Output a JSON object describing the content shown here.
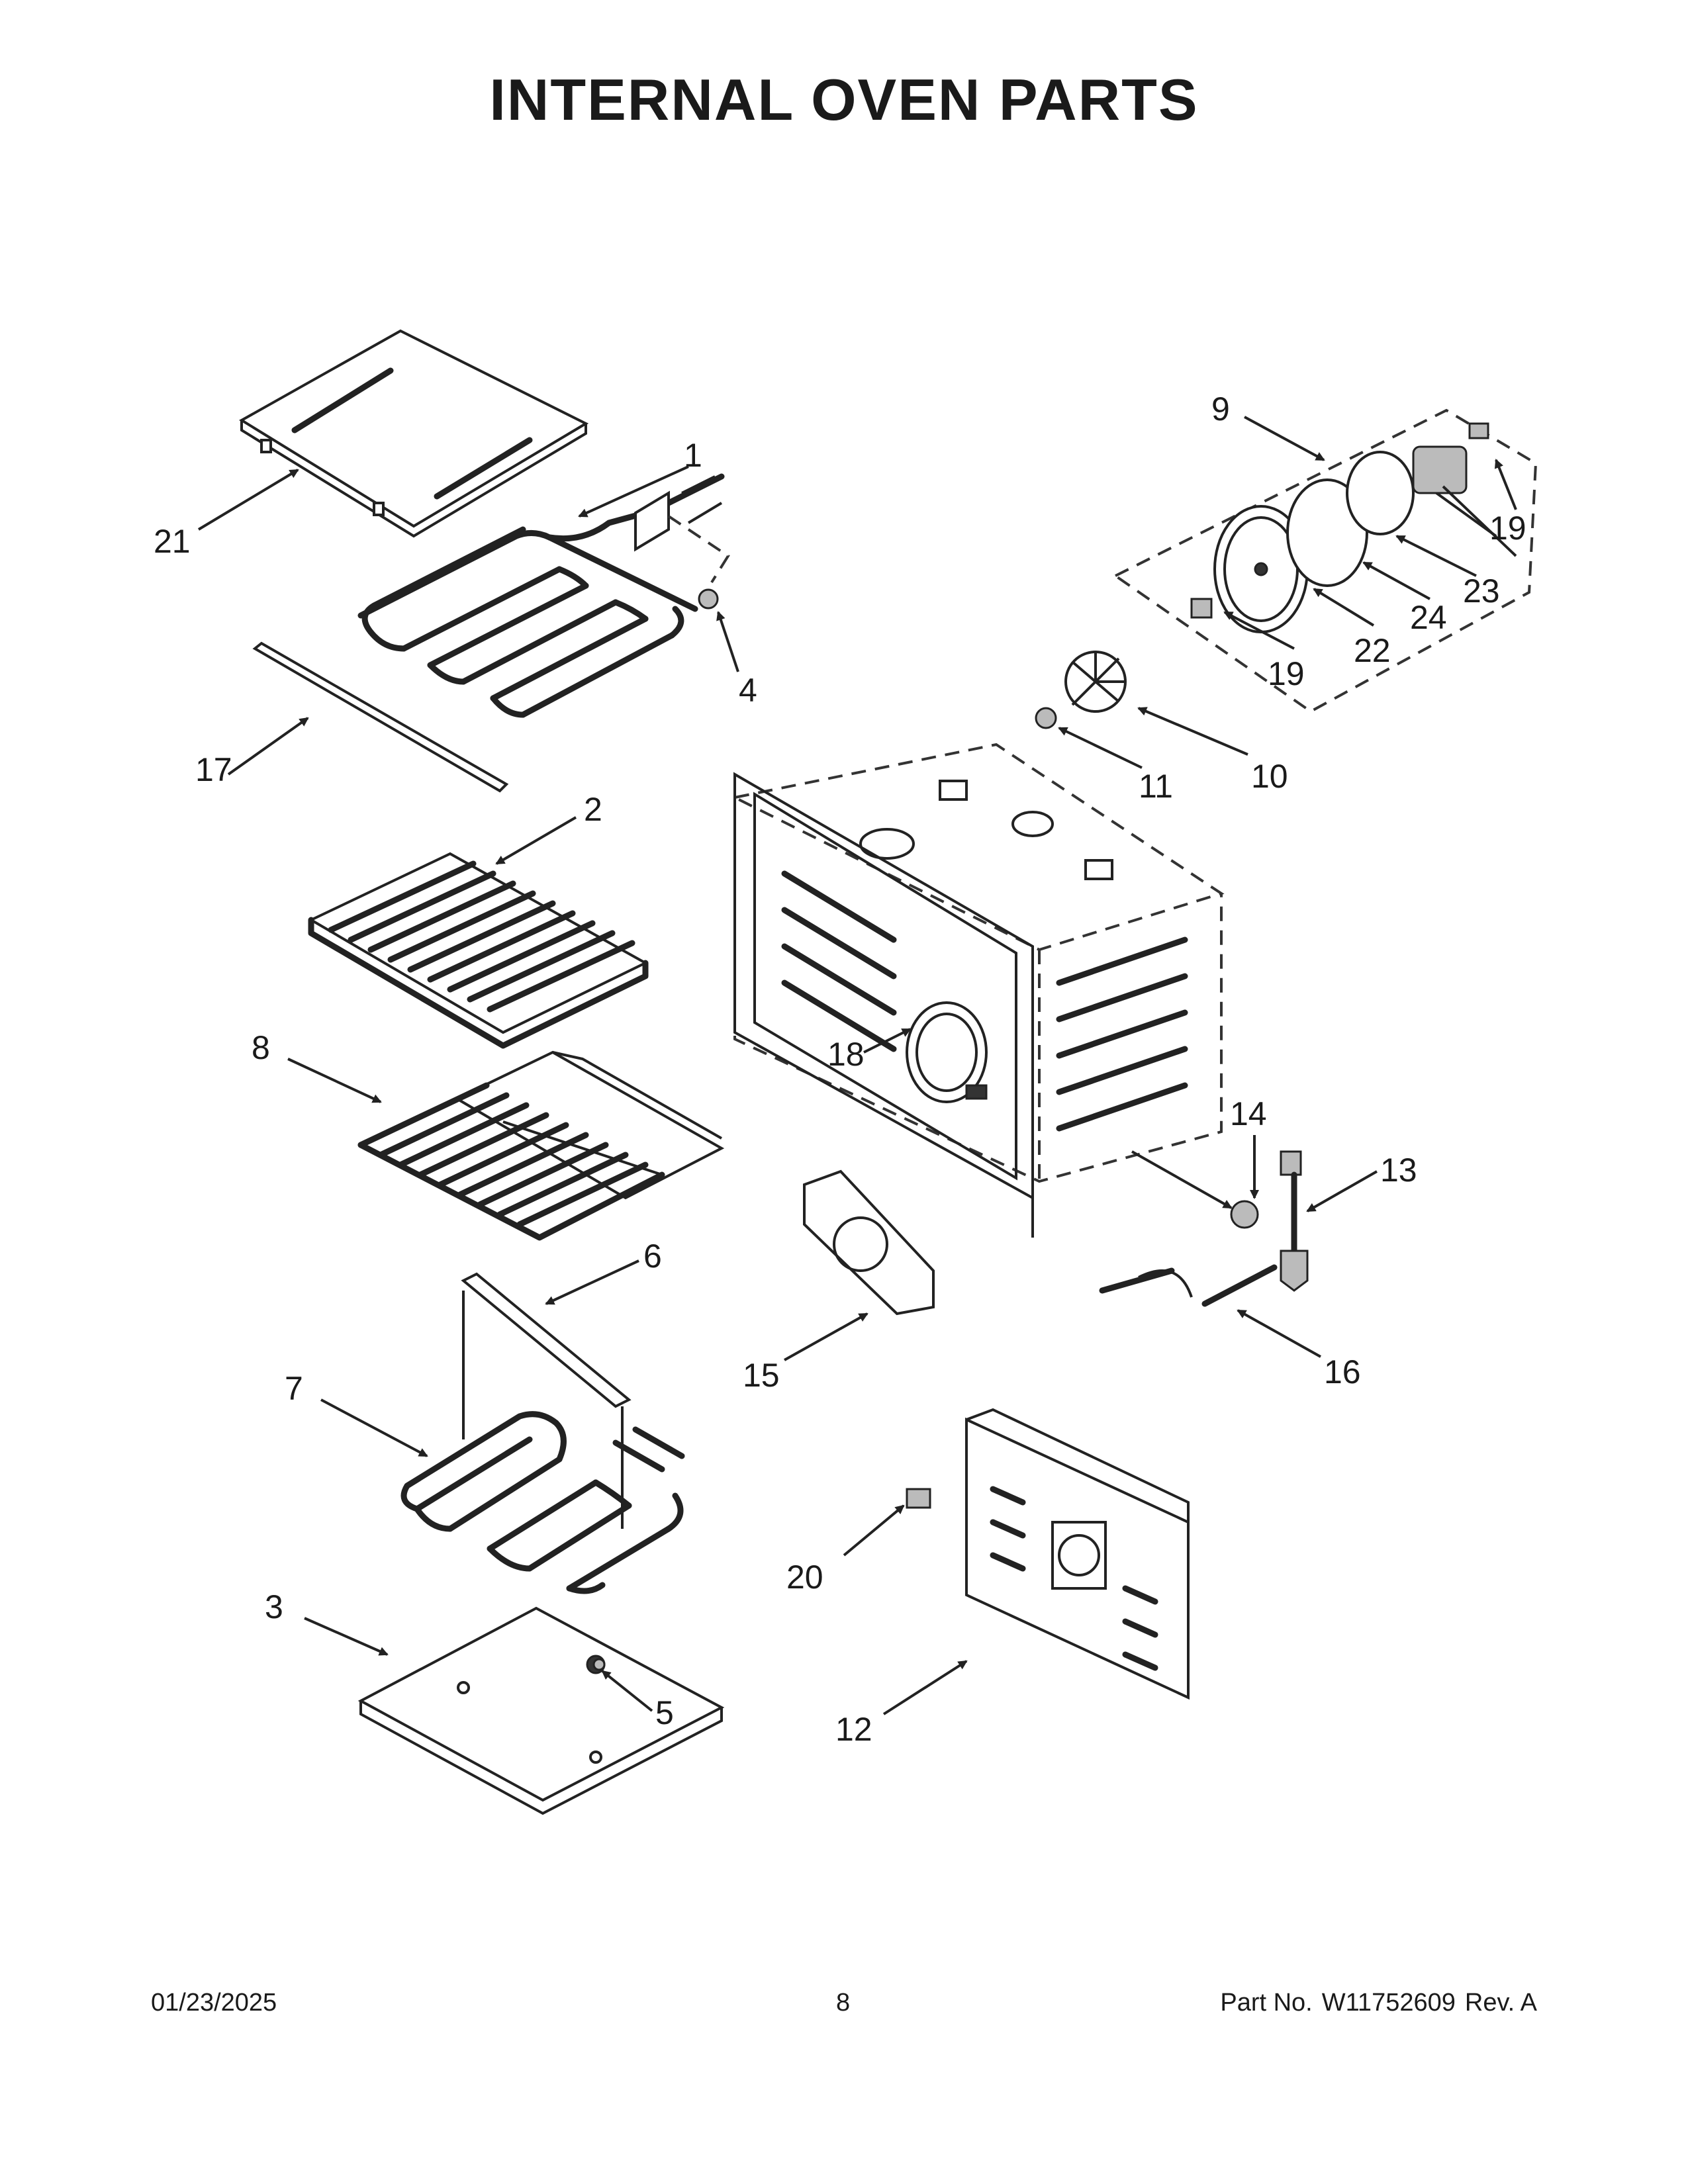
{
  "title": "INTERNAL OVEN PARTS",
  "footer": {
    "date": "01/23/2025",
    "page": "8",
    "part_label": "Part No.",
    "part_number": "W11752609",
    "revision": "Rev. A"
  },
  "callouts": {
    "c1": "1",
    "c2": "2",
    "c3": "3",
    "c4": "4",
    "c5": "5",
    "c6": "6",
    "c7": "7",
    "c8": "8",
    "c9": "9",
    "c10": "10",
    "c11": "11",
    "c12": "12",
    "c13": "13",
    "c14": "14",
    "c15": "15",
    "c16": "16",
    "c17": "17",
    "c18": "18",
    "c19a": "19",
    "c19b": "19",
    "c20": "20",
    "c21": "21",
    "c22": "22",
    "c23": "23",
    "c24": "24"
  }
}
